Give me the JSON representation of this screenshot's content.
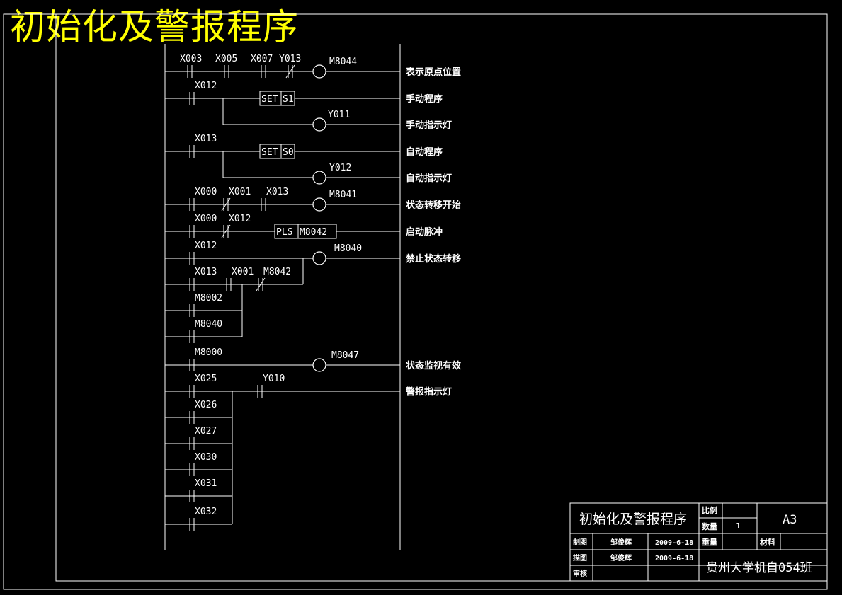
{
  "title": "初始化及警报程序",
  "colors": {
    "bg": "#000000",
    "line": "#ffffff",
    "title": "#ffff00"
  },
  "rungs": [
    {
      "contacts": [
        "X003",
        "X005",
        "X007",
        "Y013"
      ],
      "output": "M8044",
      "comment": "表示原点位置"
    },
    {
      "contacts": [
        "X012"
      ],
      "output": "SET S1",
      "comment": "手动程序"
    },
    {
      "output": "Y011",
      "comment": "手动指示灯"
    },
    {
      "contacts": [
        "X013"
      ],
      "output": "SET S0",
      "comment": "自动程序"
    },
    {
      "output": "Y012",
      "comment": "自动指示灯"
    },
    {
      "contacts": [
        "X000",
        "X001",
        "X013"
      ],
      "output": "M8041",
      "comment": "状态转移开始"
    },
    {
      "contacts": [
        "X000",
        "X012"
      ],
      "output": "PLS M8042",
      "comment": "启动脉冲"
    },
    {
      "contacts": [
        "X012",
        "X013",
        "X001",
        "M8042",
        "M8002",
        "M8040"
      ],
      "output": "M8040",
      "comment": "禁止状态转移"
    },
    {
      "contacts": [
        "M8000"
      ],
      "output": "M8047",
      "comment": "状态监视有效"
    },
    {
      "contacts": [
        "X025",
        "X026",
        "X027",
        "X030",
        "X031",
        "X032"
      ],
      "output": "Y010",
      "comment": "警报指示灯"
    }
  ],
  "title_block": {
    "drawing_name": "初始化及警报程序",
    "scale_label": "比例",
    "qty_label": "数量",
    "qty_value": "1",
    "sheet_size": "A3",
    "drawn_label": "制图",
    "drawn_name": "邹俊辉",
    "drawn_date": "2009-6-18",
    "traced_label": "描图",
    "traced_name": "邹俊辉",
    "traced_date": "2009-6-18",
    "review_label": "审核",
    "weight_label": "重量",
    "material_label": "材料",
    "org": "贵州大学机自054班"
  }
}
